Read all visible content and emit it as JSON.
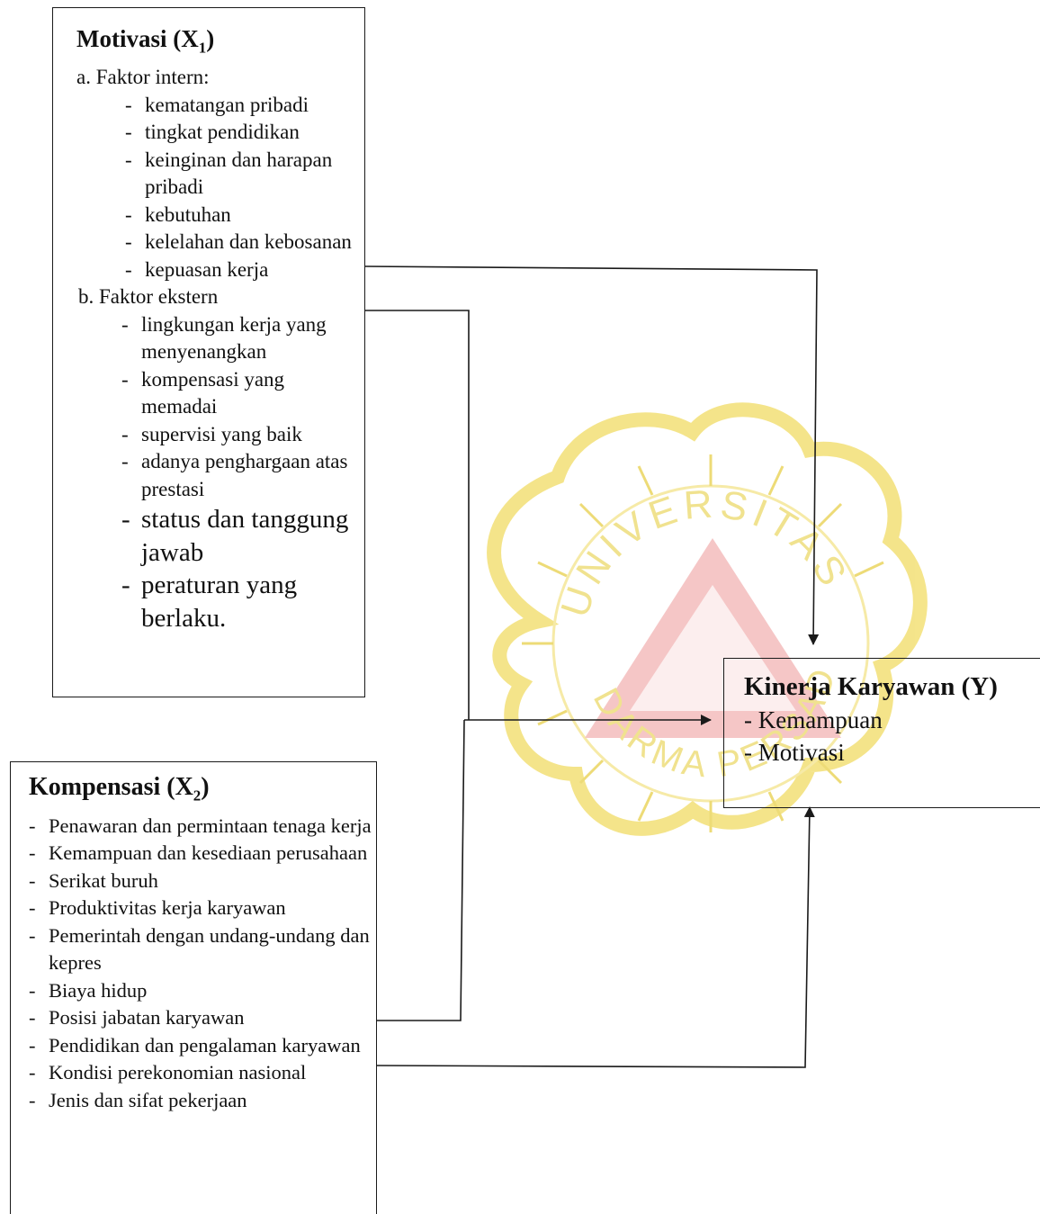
{
  "x1": {
    "title_pre": "Motivasi (X",
    "title_sub": "1",
    "title_post": ")",
    "intern_label": "a. Faktor intern:",
    "intern_items": [
      "kematangan pribadi",
      "tingkat pendidikan",
      "keinginan dan harapan pribadi",
      "kebutuhan",
      "kelelahan dan kebosanan",
      "kepuasan kerja"
    ],
    "ekstern_label": "b. Faktor ekstern",
    "ekstern_items": [
      "lingkungan kerja yang menyenangkan",
      "kompensasi yang memadai",
      "supervisi yang baik",
      "adanya penghargaan atas prestasi"
    ],
    "ekstern_items_large": [
      "status dan tanggung jawab",
      "peraturan yang berlaku."
    ]
  },
  "x2": {
    "title_pre": "Kompensasi (X",
    "title_sub": "2",
    "title_post": ")",
    "items": [
      "Penawaran dan permintaan tenaga kerja",
      "Kemampuan dan kesediaan perusahaan",
      "Serikat buruh",
      "Produktivitas kerja karyawan",
      "Pemerintah dengan undang-undang dan kepres",
      "Biaya hidup",
      "Posisi jabatan karyawan",
      "Pendidikan dan pengalaman karyawan",
      "Kondisi perekonomian nasional",
      "Jenis dan sifat pekerjaan"
    ]
  },
  "y": {
    "title": "Kinerja Karyawan (Y)",
    "items": [
      "- Kemampuan",
      "- Motivasi"
    ]
  },
  "watermark": {
    "text_top": "UNIVERSITAS",
    "text_bottom": "DARMA PERSADA",
    "colors": {
      "petal": "#f3e27a",
      "triangle": "#f0a3a3",
      "lines": "#e8cf4a"
    }
  },
  "colors": {
    "line": "#1a1a1a"
  }
}
